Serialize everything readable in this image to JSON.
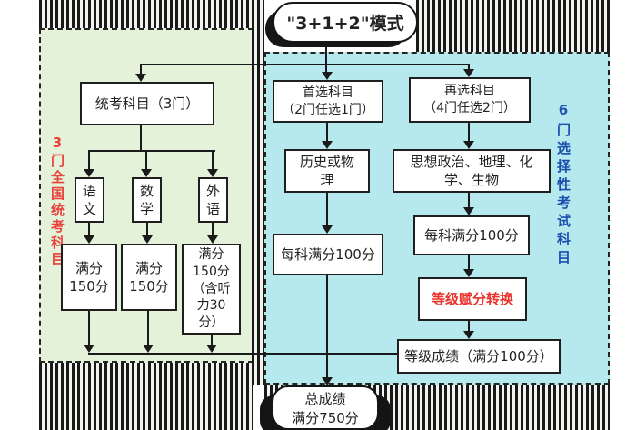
{
  "title": "\"3+1+2\"模式",
  "left_panel": {
    "side_label": "3门全国统考科目",
    "header": "统考科目（3门）",
    "subjects": [
      "语\n文",
      "数\n学",
      "外\n语"
    ],
    "scores": [
      "满分\n150分",
      "满分\n150分",
      "满分\n150分\n（含听\n力30\n分）"
    ]
  },
  "right_panel": {
    "side_label": "6门选择性考试科目",
    "first_header": "首选科目\n（2门任选1门）",
    "first_subjects": "历史或物\n理",
    "first_score": "每科满分100分",
    "second_header": "再选科目\n（4门任选2门）",
    "second_subjects": "思想政治、地理、化\n学、生物",
    "second_score": "每科满分100分",
    "conversion": "等级赋分转换",
    "grade_result": "等级成绩（满分100分）"
  },
  "total": "总成绩\n满分750分",
  "colors": {
    "left_bg": "#e4f2da",
    "right_bg": "#b5e9ee",
    "left_label": "#e8423b",
    "right_label": "#1b4fae",
    "accent_red": "#e8332b",
    "line": "#1a1a1a"
  }
}
